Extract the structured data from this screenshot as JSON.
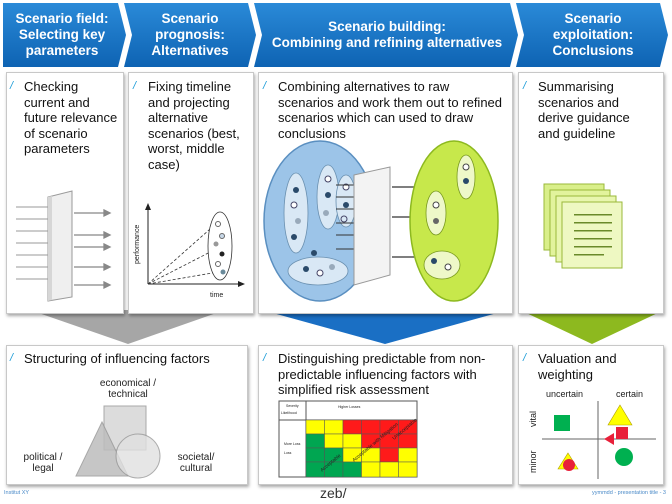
{
  "phases": [
    {
      "title": "Scenario field:\nSelecting key\nparameters",
      "text": "Checking\ncurrent and\nfuture relevance\nof scenario\nparameters"
    },
    {
      "title": "Scenario\nprognosis:\nAlternatives",
      "text": "Fixing timeline\nand projecting\nalternative\nscenarios (best,\nworst, middle\ncase)"
    },
    {
      "title": "Scenario building:\nCombining and refining alternatives",
      "text": "Combining alternatives to raw\nscenarios and work them out to refined\nscenarios which can used to draw\nconclusions"
    },
    {
      "title": "Scenario\nexploitation:\nConclusions",
      "text": "Summarising\nscenarios and\nderive guidance\nand guideline"
    }
  ],
  "prognosis_chart": {
    "ylabel": "performance",
    "xlabel": "time"
  },
  "bottom": [
    {
      "text": "Structuring of influencing factors"
    },
    {
      "text": "Distinguishing predictable from non-\npredictable influencing factors with\nsimplified risk assessment"
    },
    {
      "text": "Valuation and\nweighting"
    }
  ],
  "venn": {
    "top": "economical /\ntechnical",
    "left": "political /\nlegal",
    "right": "societal/\ncultural"
  },
  "risk_matrix": {
    "col_header": "Higher\nLosses",
    "row_header_top": "Severity",
    "row_high": "Likelihood",
    "row_low_a": "More\nLoss",
    "row_low_b": "Loss",
    "zone_unacceptable": "Unacceptable",
    "zone_mitigation": "Acceptable with Mitigation",
    "zone_acceptable": "Acceptable"
  },
  "valuation": {
    "uncertain": "uncertain",
    "certain": "certain",
    "vital": "vital",
    "minor": "minor"
  },
  "footer": {
    "left": "Institut XY",
    "center": "zeb/",
    "right": "yymmdd - presentation title - 3"
  },
  "colors": {
    "header_blue": "#1373c6",
    "blue_ellipse": "#9cc4e8",
    "green_ellipse": "#c7e84b",
    "green_arrow": "#8db91f",
    "grey_arrow": "#a6a6a6"
  }
}
